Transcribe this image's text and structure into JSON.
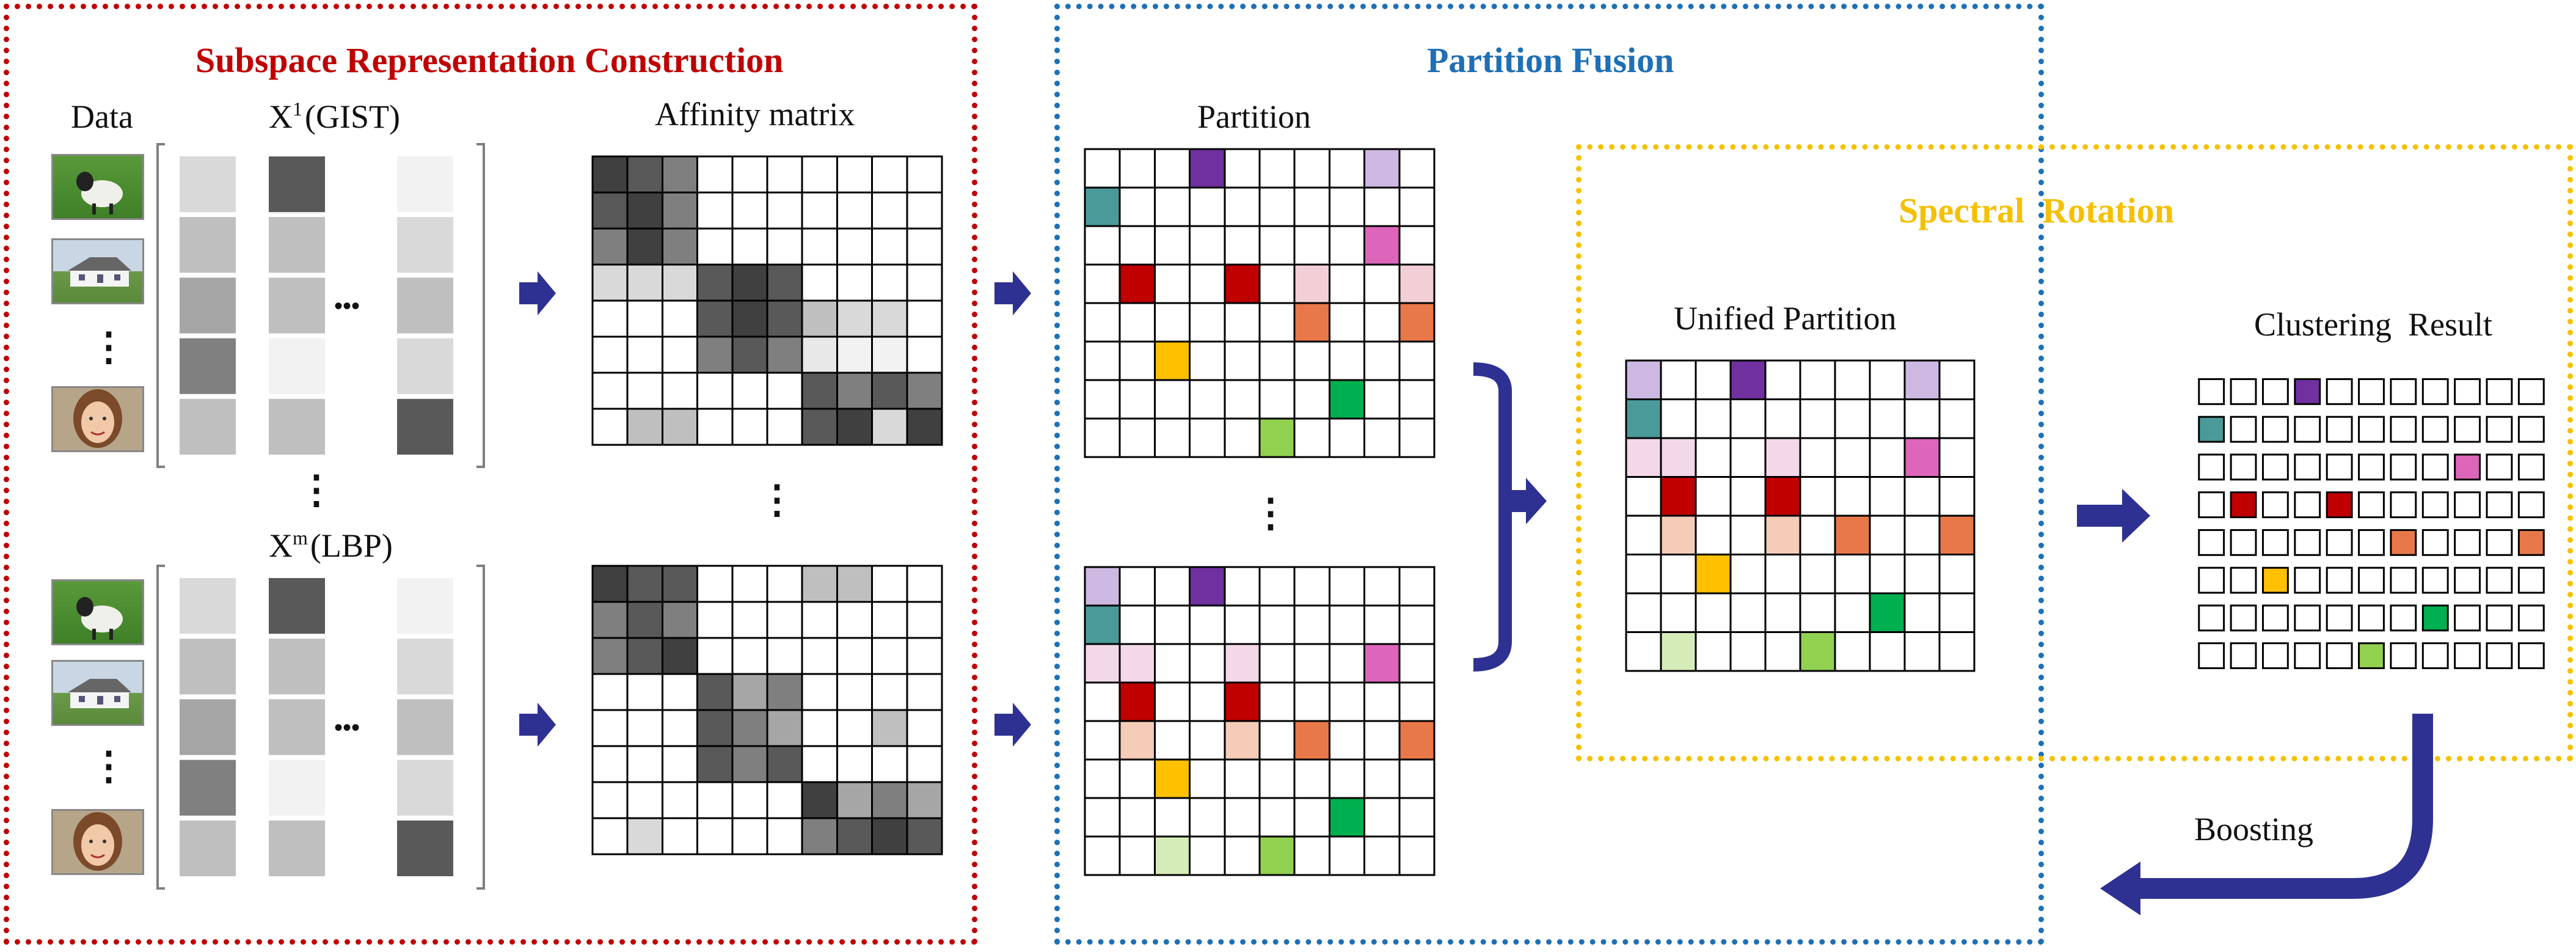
{
  "sections": {
    "subspace": {
      "title": "Subspace Representation Construction",
      "color": "#c00000"
    },
    "fusion": {
      "title": "Partition Fusion",
      "color": "#1f6fb5"
    },
    "rotation": {
      "title": "Spectral  Rotation",
      "color": "#f5c000"
    }
  },
  "labels": {
    "data": "Data",
    "x1_base": "X",
    "x1_sup": "1",
    "x1_name": "(GIST)",
    "xm_base": "X",
    "xm_sup": "m",
    "xm_name": "(LBP)",
    "affinity": "Affinity matrix",
    "partition": "Partition",
    "unified": "Unified Partition",
    "clustering": "Clustering  Result",
    "boosting": "Boosting",
    "vdots": "⋮",
    "hdots": "•••"
  },
  "colors": {
    "arrow": "#2e3192",
    "grid_line": "#000000",
    "purple": "#7030a0",
    "lavender": "#ccb8e0",
    "teal": "#4a9a9a",
    "magenta": "#dd66bb",
    "pink_light": "#f3d8ea",
    "red": "#c00000",
    "salmon_light": "#f5ccb8",
    "orange": "#e8784a",
    "gold": "#ffc000",
    "green": "#00b050",
    "lime": "#92d050",
    "lime_light": "#d6ecb8",
    "rose_light": "#f2cfd6"
  },
  "feature_columns": {
    "top": [
      [
        "#d9d9d9",
        "#bfbfbf",
        "#a6a6a6",
        "#808080",
        "#bfbfbf"
      ],
      [
        "#595959",
        "#bfbfbf",
        "#bfbfbf",
        "#f2f2f2",
        "#bfbfbf"
      ],
      [
        "#f2f2f2",
        "#d9d9d9",
        "#bfbfbf",
        "#d9d9d9",
        "#595959"
      ]
    ],
    "bottom": [
      [
        "#d9d9d9",
        "#bfbfbf",
        "#a6a6a6",
        "#808080",
        "#bfbfbf"
      ],
      [
        "#595959",
        "#bfbfbf",
        "#bfbfbf",
        "#f2f2f2",
        "#bfbfbf"
      ],
      [
        "#f2f2f2",
        "#d9d9d9",
        "#bfbfbf",
        "#d9d9d9",
        "#595959"
      ]
    ]
  },
  "affinity_top": [
    [
      "#404040",
      "#595959",
      "#7f7f7f",
      "",
      "",
      "",
      "",
      "",
      "",
      ""
    ],
    [
      "#595959",
      "#404040",
      "#7f7f7f",
      "",
      "",
      "",
      "",
      "",
      "",
      ""
    ],
    [
      "#7f7f7f",
      "#404040",
      "#7f7f7f",
      "",
      "",
      "",
      "",
      "",
      "",
      ""
    ],
    [
      "#d9d9d9",
      "#d9d9d9",
      "#d9d9d9",
      "#595959",
      "#404040",
      "#595959",
      "",
      "",
      "",
      ""
    ],
    [
      "",
      "",
      "",
      "#595959",
      "#404040",
      "#595959",
      "#bfbfbf",
      "#d9d9d9",
      "#d9d9d9",
      ""
    ],
    [
      "",
      "",
      "",
      "#7f7f7f",
      "#595959",
      "#7f7f7f",
      "#e8e8e8",
      "#f2f2f2",
      "#f2f2f2",
      ""
    ],
    [
      "",
      "",
      "",
      "",
      "",
      "",
      "#595959",
      "#7f7f7f",
      "#595959",
      "#7f7f7f"
    ],
    [
      "",
      "#bfbfbf",
      "#bfbfbf",
      "",
      "",
      "",
      "#595959",
      "#404040",
      "#d9d9d9",
      "#404040"
    ]
  ],
  "affinity_bottom": [
    [
      "#404040",
      "#595959",
      "#595959",
      "",
      "",
      "",
      "#bfbfbf",
      "#bfbfbf",
      "",
      ""
    ],
    [
      "#7f7f7f",
      "#595959",
      "#7f7f7f",
      "",
      "",
      "",
      "",
      "",
      "",
      ""
    ],
    [
      "#7f7f7f",
      "#595959",
      "#404040",
      "",
      "",
      "",
      "",
      "",
      "",
      ""
    ],
    [
      "",
      "",
      "",
      "#595959",
      "#a6a6a6",
      "#7f7f7f",
      "",
      "",
      "",
      ""
    ],
    [
      "",
      "",
      "",
      "#595959",
      "#7f7f7f",
      "#a6a6a6",
      "",
      "",
      "#bfbfbf",
      ""
    ],
    [
      "",
      "",
      "",
      "#595959",
      "#7f7f7f",
      "#595959",
      "",
      "",
      "",
      ""
    ],
    [
      "",
      "",
      "",
      "",
      "",
      "",
      "#404040",
      "#a6a6a6",
      "#7f7f7f",
      "#a6a6a6"
    ],
    [
      "",
      "#d9d9d9",
      "",
      "",
      "",
      "",
      "#7f7f7f",
      "#595959",
      "#404040",
      "#595959"
    ]
  ],
  "partition_top": [
    [
      "",
      "",
      "",
      "purple",
      "",
      "",
      "",
      "",
      "lavender",
      ""
    ],
    [
      "teal",
      "",
      "",
      "",
      "",
      "",
      "",
      "",
      "",
      ""
    ],
    [
      "",
      "",
      "",
      "",
      "",
      "",
      "",
      "",
      "magenta",
      ""
    ],
    [
      "",
      "red",
      "",
      "",
      "red",
      "",
      "rose_light",
      "",
      "",
      "rose_light"
    ],
    [
      "",
      "",
      "",
      "",
      "",
      "",
      "orange",
      "",
      "",
      "orange"
    ],
    [
      "",
      "",
      "gold",
      "",
      "",
      "",
      "",
      "",
      "",
      ""
    ],
    [
      "",
      "",
      "",
      "",
      "",
      "",
      "",
      "green",
      "",
      ""
    ],
    [
      "",
      "",
      "",
      "",
      "",
      "lime",
      "",
      "",
      "",
      ""
    ]
  ],
  "partition_bottom": [
    [
      "lavender",
      "",
      "",
      "purple",
      "",
      "",
      "",
      "",
      "",
      ""
    ],
    [
      "teal",
      "",
      "",
      "",
      "",
      "",
      "",
      "",
      "",
      ""
    ],
    [
      "pink_light",
      "pink_light",
      "",
      "",
      "pink_light",
      "",
      "",
      "",
      "magenta",
      ""
    ],
    [
      "",
      "red",
      "",
      "",
      "red",
      "",
      "",
      "",
      "",
      ""
    ],
    [
      "",
      "salmon_light",
      "",
      "",
      "salmon_light",
      "",
      "orange",
      "",
      "",
      "orange"
    ],
    [
      "",
      "",
      "gold",
      "",
      "",
      "",
      "",
      "",
      "",
      ""
    ],
    [
      "",
      "",
      "",
      "",
      "",
      "",
      "",
      "green",
      "",
      ""
    ],
    [
      "",
      "",
      "lime_light",
      "",
      "",
      "lime",
      "",
      "",
      "",
      ""
    ]
  ],
  "unified": [
    [
      "lavender",
      "",
      "",
      "purple",
      "",
      "",
      "",
      "",
      "lavender",
      ""
    ],
    [
      "teal",
      "",
      "",
      "",
      "",
      "",
      "",
      "",
      "",
      ""
    ],
    [
      "pink_light",
      "pink_light",
      "",
      "",
      "pink_light",
      "",
      "",
      "",
      "magenta",
      ""
    ],
    [
      "",
      "red",
      "",
      "",
      "red",
      "",
      "",
      "",
      "",
      ""
    ],
    [
      "",
      "salmon_light",
      "",
      "",
      "salmon_light",
      "",
      "orange",
      "",
      "",
      "orange"
    ],
    [
      "",
      "",
      "gold",
      "",
      "",
      "",
      "",
      "",
      "",
      ""
    ],
    [
      "",
      "",
      "",
      "",
      "",
      "",
      "",
      "green",
      "",
      ""
    ],
    [
      "",
      "lime_light",
      "",
      "",
      "",
      "lime",
      "",
      "",
      "",
      ""
    ]
  ],
  "clustering": [
    [
      "",
      "",
      "",
      "purple",
      "",
      "",
      "",
      "",
      "",
      "",
      ""
    ],
    [
      "teal",
      "",
      "",
      "",
      "",
      "",
      "",
      "",
      "",
      "",
      ""
    ],
    [
      "",
      "",
      "",
      "",
      "",
      "",
      "",
      "",
      "magenta",
      "",
      ""
    ],
    [
      "",
      "red",
      "",
      "",
      "red",
      "",
      "",
      "",
      "",
      "",
      ""
    ],
    [
      "",
      "",
      "",
      "",
      "",
      "",
      "orange",
      "",
      "",
      "",
      "orange"
    ],
    [
      "",
      "",
      "gold",
      "",
      "",
      "",
      "",
      "",
      "",
      "",
      ""
    ],
    [
      "",
      "",
      "",
      "",
      "",
      "",
      "",
      "green",
      "",
      "",
      ""
    ],
    [
      "",
      "",
      "",
      "",
      "",
      "lime",
      "",
      "",
      "",
      "",
      ""
    ]
  ]
}
